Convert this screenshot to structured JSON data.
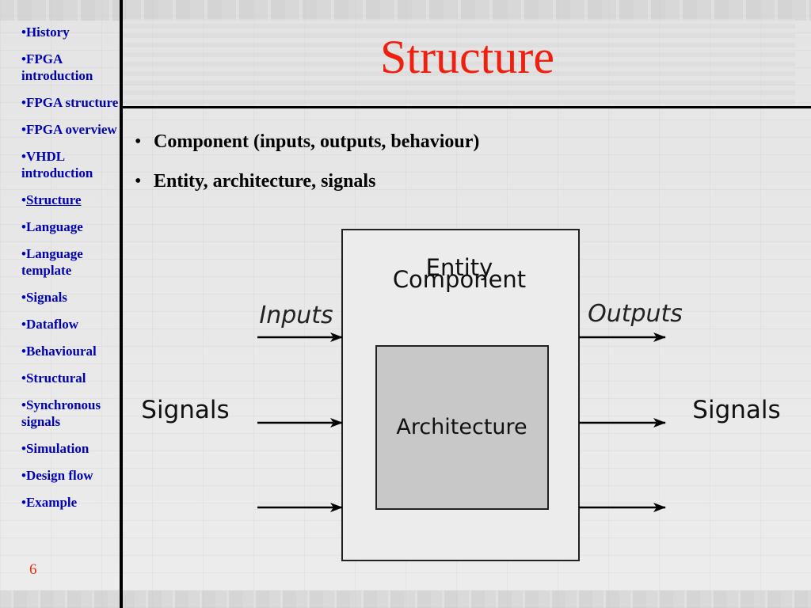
{
  "nav": {
    "items": [
      {
        "bullet": "•",
        "label": "History"
      },
      {
        "bullet": "•",
        "label": "FPGA introduction"
      },
      {
        "bullet": "•",
        "label": "FPGA structure"
      },
      {
        "bullet": "•",
        "label": "FPGA overview"
      },
      {
        "bullet": "•",
        "label": "VHDL introduction"
      },
      {
        "bullet": "•",
        "label": "Structure",
        "active": true
      },
      {
        "bullet": "•",
        "label": "Language"
      },
      {
        "bullet": "•",
        "label": "Language template"
      },
      {
        "bullet": "•",
        "label": "Signals"
      },
      {
        "bullet": "•",
        "label": "Dataflow"
      },
      {
        "bullet": "•",
        "label": "Behavioural"
      },
      {
        "bullet": "•",
        "label": "Structural"
      },
      {
        "bullet": "•",
        "label": "Synchronous signals"
      },
      {
        "bullet": "•",
        "label": "Simulation"
      },
      {
        "bullet": "•",
        "label": "Design flow"
      },
      {
        "bullet": "•",
        "label": "Example"
      }
    ]
  },
  "slide": {
    "title": "Structure",
    "number": "6",
    "bullet_char": "•",
    "bullets": [
      "Component (inputs, outputs, behaviour)",
      "Entity, architecture, signals"
    ]
  },
  "diagram": {
    "entity_label": "Entity",
    "component_label": "Component",
    "inputs_label": "Inputs",
    "outputs_label": "Outputs",
    "signals_left": "Signals",
    "signals_right": "Signals",
    "architecture_label": "Architecture"
  },
  "colors": {
    "nav_text": "#0000b4",
    "title": "#f02010",
    "slide_number": "#e8300a",
    "architecture_fill": "#c8c8c8"
  }
}
